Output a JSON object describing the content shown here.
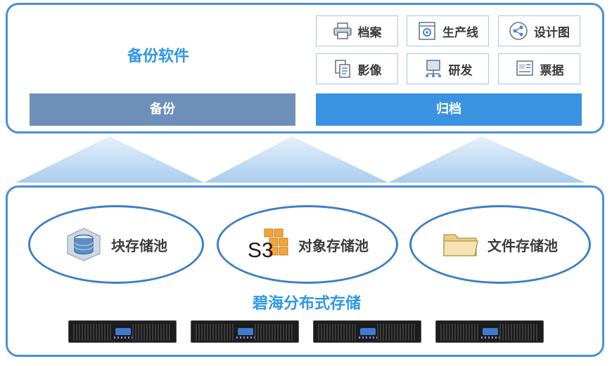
{
  "software": {
    "title": "备份软件",
    "backup_label": "备份",
    "archive_label": "归档"
  },
  "archive_types": [
    {
      "label": "档案",
      "icon": "printer-icon"
    },
    {
      "label": "生产线",
      "icon": "gear-document-icon"
    },
    {
      "label": "设计图",
      "icon": "share-icon"
    },
    {
      "label": "影像",
      "icon": "documents-icon"
    },
    {
      "label": "研发",
      "icon": "monitor-network-icon"
    },
    {
      "label": "票据",
      "icon": "receipt-icon"
    }
  ],
  "pools": [
    {
      "label": "块存储池",
      "icon": "database-cube-icon"
    },
    {
      "label": "对象存储池",
      "icon": "s3-bucket-icon"
    },
    {
      "label": "文件存储池",
      "icon": "folder-icon"
    }
  ],
  "storage": {
    "title": "碧海分布式存储",
    "server_count": 4
  },
  "colors": {
    "accent": "#2f97e8",
    "border": "#4a8fd8",
    "backup_bar": "#6e8fb9",
    "archive_bar": "#3a93e0"
  }
}
